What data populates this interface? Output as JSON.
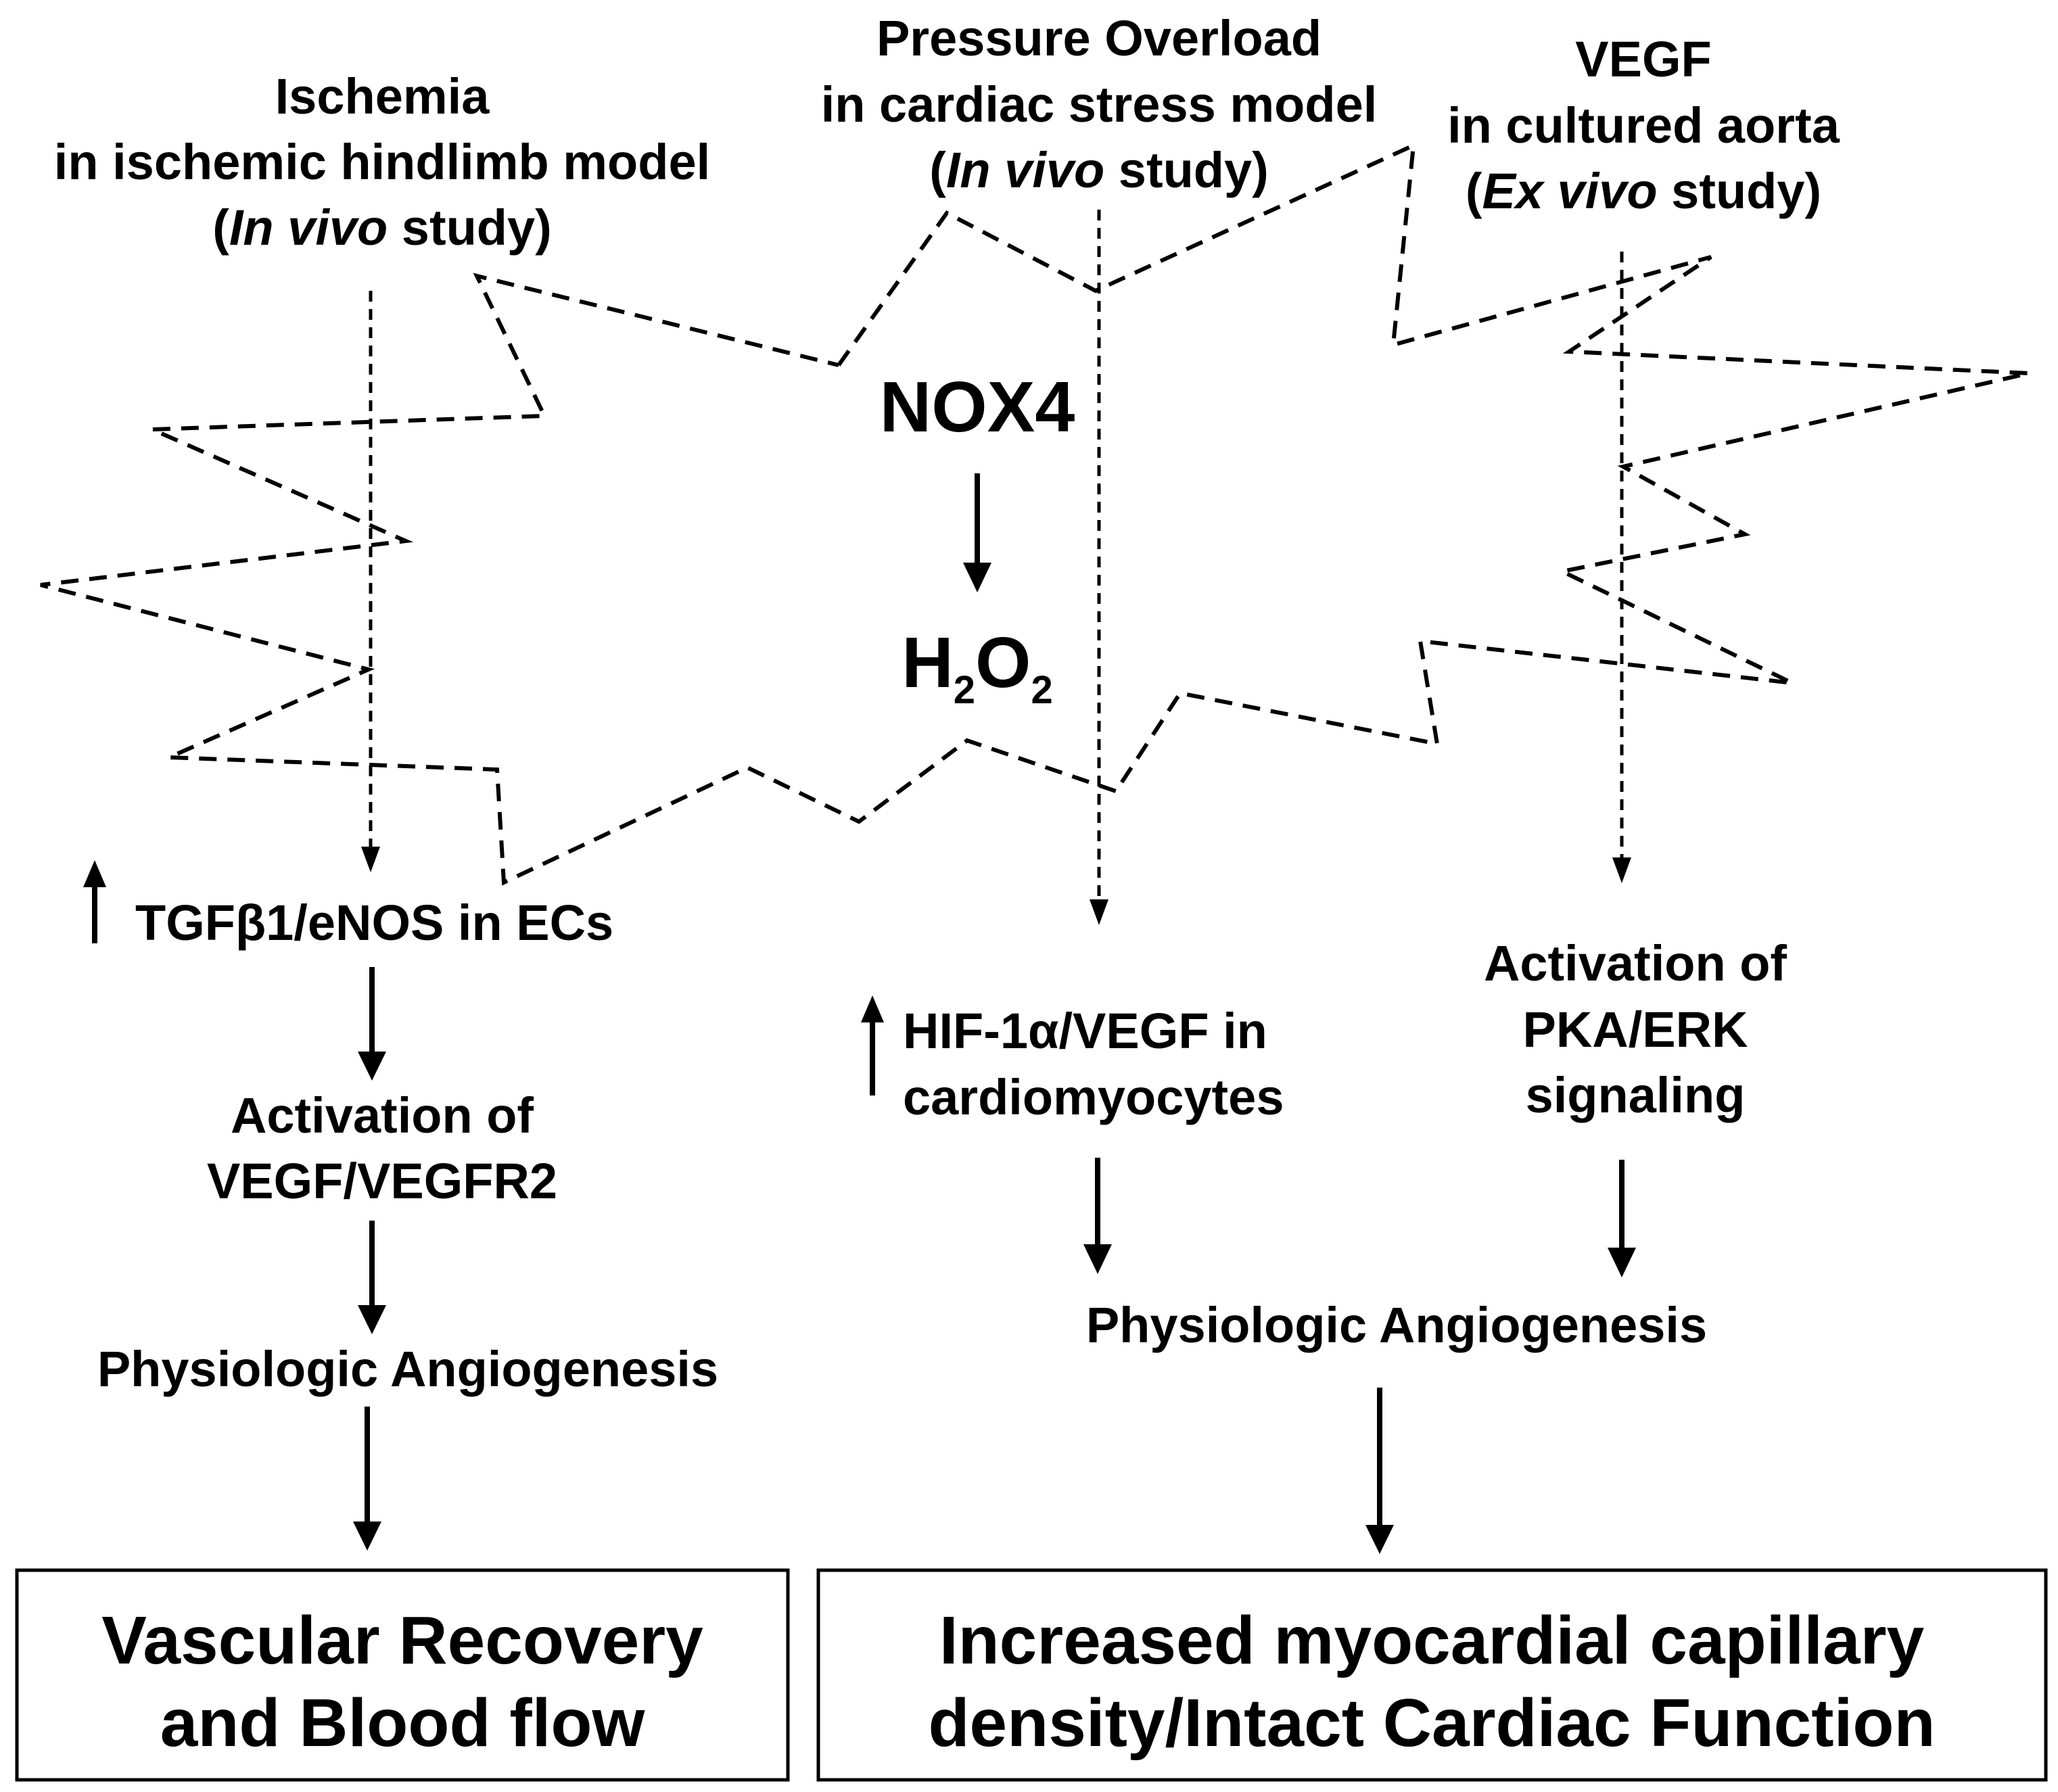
{
  "center": {
    "enzyme": "NOX4",
    "product_main": "H",
    "product_sub1": "2",
    "product_mid": "O",
    "product_sub2": "2"
  },
  "left": {
    "title_1": "Ischemia",
    "title_2": "in ischemic hindlimb model",
    "study_open": "(",
    "study_italic": "In vivo",
    "study_close": " study)",
    "step_1": "TGFβ1/eNOS in ECs",
    "step_2a": "Activation of",
    "step_2b": "VEGF/VEGFR2",
    "step_3": "Physiologic Angiogenesis",
    "outcome_1": "Vascular Recovery",
    "outcome_2": "and Blood flow"
  },
  "middle": {
    "title_1": "Pressure Overload",
    "title_2": "in cardiac stress model",
    "study_open": "(",
    "study_italic": "In vivo",
    "study_close": " study)",
    "step_1a": "HIF-1α/VEGF in",
    "step_1b": "cardiomyocytes"
  },
  "right": {
    "title_1": "VEGF",
    "title_2": "in cultured aorta",
    "study_open": "(",
    "study_italic": "Ex vivo",
    "study_close": " study)",
    "step_1a": "Activation of",
    "step_1b": "PKA/ERK",
    "step_1c": "signaling"
  },
  "shared": {
    "step_angiogenesis": "Physiologic Angiogenesis",
    "outcome_1": "Increased myocardial capillary",
    "outcome_2": "density/Intact Cardiac Function"
  },
  "icons": {
    "up_arrow": "up-arrow-icon"
  }
}
